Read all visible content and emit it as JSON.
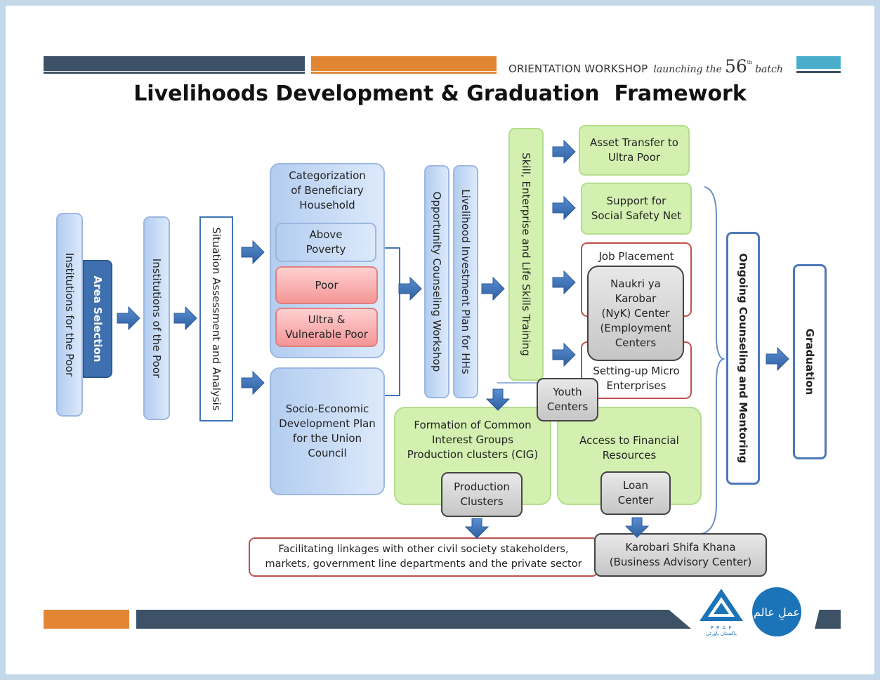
{
  "header": {
    "workshop": "ORIENTATION WORKSHOP",
    "launching": "launching the",
    "batch_number": "56",
    "batch_sup": "th",
    "batch": "batch"
  },
  "title": "Livelihoods Development & Graduation  Framework",
  "boxes": {
    "institutions_for_poor": "Institutions for the Poor",
    "area_selection": "Area Selection",
    "institutions_of_poor": "Institutions of the Poor",
    "situation_assessment": "Situation Assessment and Analysis",
    "categorization": "Categorization\nof Beneficiary\nHousehold",
    "above_poverty": "Above\nPoverty",
    "poor": "Poor",
    "ultra_poor": "Ultra &\nVulnerable Poor",
    "socio_economic": "Socio-Economic\nDevelopment Plan\nfor the Union\nCouncil",
    "opportunity_counseling": "Opportunity Counseling Workshop",
    "livelihood_plan": "Livelihood Investment Plan for HHs",
    "skill_training": "Skill, Enterprise and Life Skills Training",
    "asset_transfer": "Asset Transfer to\nUltra Poor",
    "social_safety": "Support for\nSocial Safety Net",
    "job_placement": "Job Placement",
    "nyk_center": "Naukri ya\nKarobar\n(NyK) Center\n(Employment\nCenters",
    "micro_enterprises": "Setting-up Micro\nEnterprises",
    "youth_centers": "Youth\nCenters",
    "cig": "Formation of Common\nInterest Groups\nProduction clusters (CIG)",
    "production_clusters": "Production\nClusters",
    "financial_access": "Access to Financial\nResources",
    "loan_center": "Loan\nCenter",
    "linkages": "Facilitating linkages with other civil society stakeholders,\nmarkets, government line departments and the private sector",
    "karobari": "Karobari Shifa Khana\n(Business Advisory Center)",
    "counseling": "Ongoing Counseling and Mentoring",
    "graduation": "Graduation"
  },
  "logos": {
    "ppaf": "P P A F",
    "ppaf_urdu": "پاکستان پاورٹی",
    "seal_urdu": "عملِ عالم"
  },
  "colors": {
    "dark_bar": "#3d5266",
    "orange_bar": "#e38634",
    "teal_bar": "#4aaecb",
    "arrow_blue": "#3f73b6",
    "logo_blue": "#1b73b8"
  }
}
